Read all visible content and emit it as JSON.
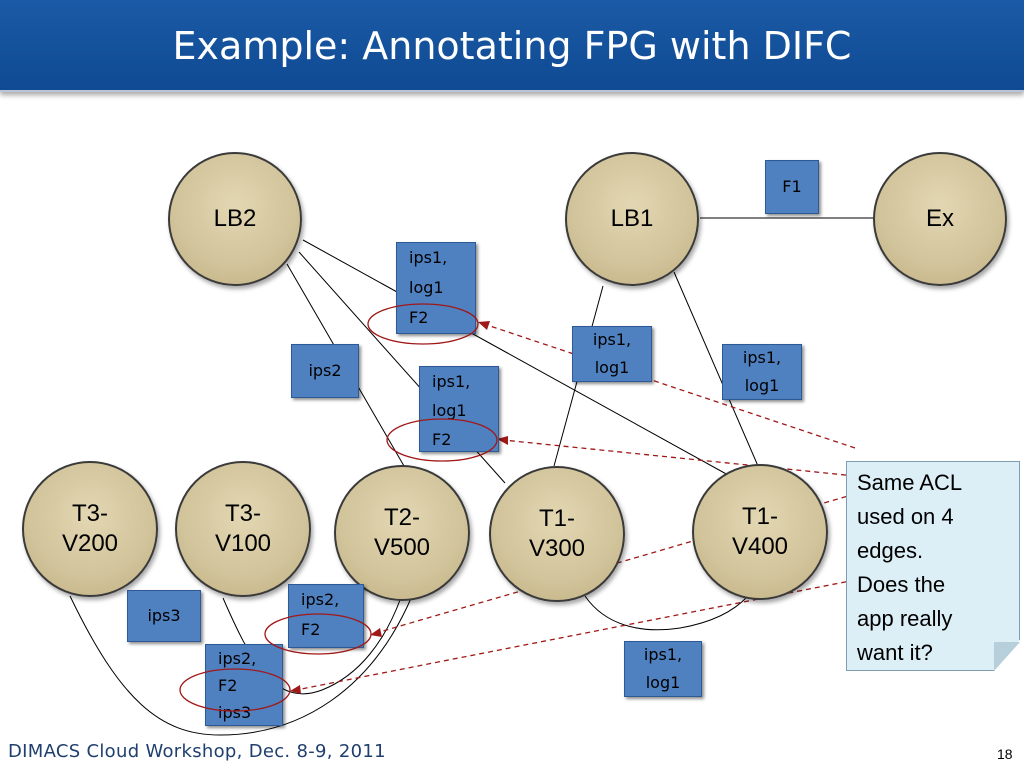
{
  "slide": {
    "title": "Example: Annotating FPG with DIFC",
    "footer": "DIMACS Cloud Workshop, Dec. 8-9, 2011",
    "page_number": "18"
  },
  "nodes": {
    "lb2": "LB2",
    "lb1": "LB1",
    "ex": "Ex",
    "t3v200": [
      "T3-",
      "V200"
    ],
    "t3v100": [
      "T3-",
      "V100"
    ],
    "t2v500": [
      "T2-",
      "V500"
    ],
    "t1v300": [
      "T1-",
      "V300"
    ],
    "t1v400": [
      "T1-",
      "V400"
    ]
  },
  "labels": {
    "f1": [
      "F1"
    ],
    "top_acl": [
      "ips1,",
      "log1",
      "F2"
    ],
    "ips2": [
      "ips2"
    ],
    "mid_acl": [
      "ips1,",
      "log1",
      "F2"
    ],
    "lb1_left": [
      "ips1,",
      "log1"
    ],
    "lb1_right": [
      "ips1,",
      "log1"
    ],
    "ips3": [
      "ips3"
    ],
    "ips2_f2": [
      "ips2,",
      "F2"
    ],
    "bottom_acl": [
      "ips2,",
      "F2",
      "ips3"
    ],
    "t1_bottom": [
      "ips1,",
      "log1"
    ]
  },
  "callout": {
    "lines": [
      "Same ACL",
      "used on 4",
      "edges.",
      "Does the",
      "app really",
      "want it?"
    ]
  },
  "colors": {
    "title_bar": "#1b5aa6",
    "node_fill": "#d1c39a",
    "box_fill": "#4f80c0",
    "callout_fill": "#dceef6",
    "highlight": "#a01818"
  }
}
